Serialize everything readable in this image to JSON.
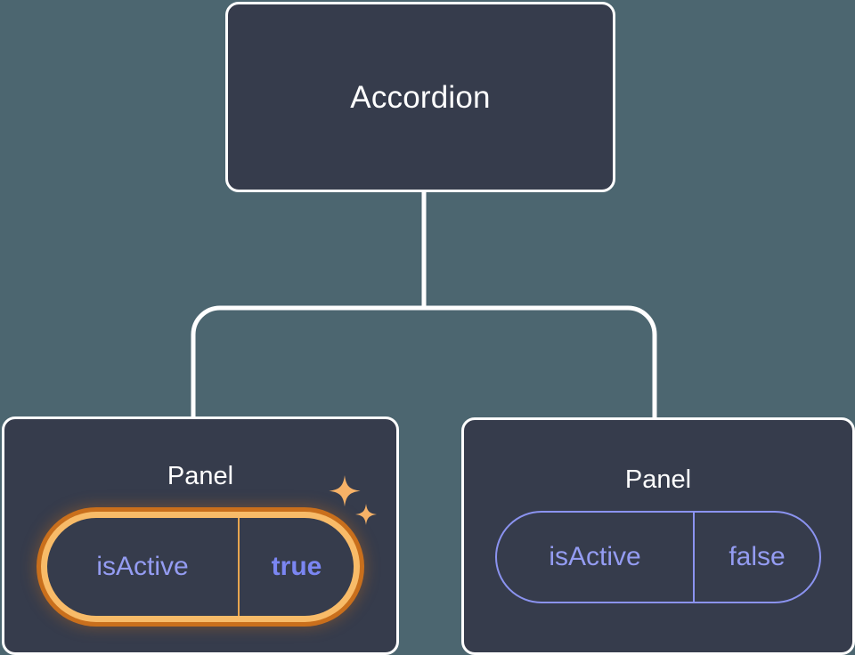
{
  "diagram": {
    "type": "component-tree",
    "background_color": "#4c6670",
    "node_fill_color": "#363c4c",
    "node_border_color": "#ffffff",
    "connector_color": "#ffffff",
    "highlight_ring_outer_color": "#c96f1c",
    "highlight_ring_inner_color": "#f8bb68",
    "sparkle_color": "#f7b267",
    "prop_text_color": "#949cf2",
    "prop_value_highlight_color": "#7b86f2",
    "prop_border_color": "#8b93f0"
  },
  "root": {
    "title": "Accordion"
  },
  "children": [
    {
      "title": "Panel",
      "highlighted": true,
      "prop": {
        "name": "isActive",
        "value": "true"
      },
      "sparkle_icons": [
        "sparkle-large-icon",
        "sparkle-small-icon"
      ]
    },
    {
      "title": "Panel",
      "highlighted": false,
      "prop": {
        "name": "isActive",
        "value": "false"
      }
    }
  ]
}
